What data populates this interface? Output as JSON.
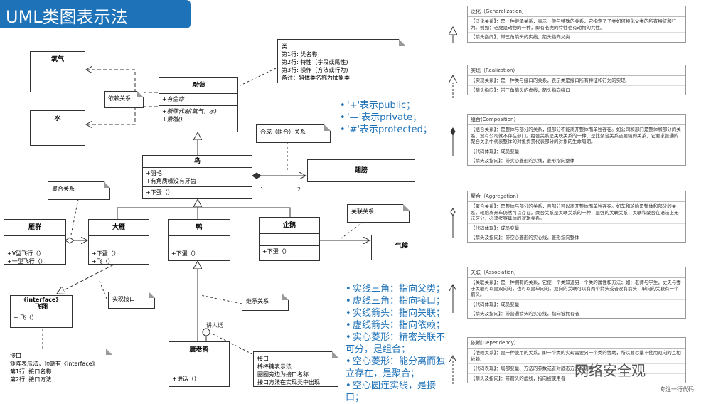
{
  "title": "UML类图表示法",
  "classes": {
    "oxygen": {
      "name": "氧气"
    },
    "water": {
      "name": "水"
    },
    "animal": {
      "name": "动物",
      "attrs": [
        "+有生命"
      ],
      "ops": [
        "+新陈代谢(氧气，水)",
        "+繁殖()"
      ]
    },
    "bird": {
      "name": "鸟",
      "attrs": [
        "+羽毛",
        "+有角质喙没有牙齿"
      ],
      "ops": [
        "+下蛋（）"
      ]
    },
    "wing": {
      "name": "翅膀"
    },
    "goose_group": {
      "name": "雁群",
      "ops": [
        "+V型飞行（）",
        "+一型飞行（）"
      ]
    },
    "goose": {
      "name": "大雁",
      "ops": [
        "+下蛋（）",
        "+飞（）"
      ]
    },
    "duck": {
      "name": "鸭",
      "ops": [
        "+下蛋（）"
      ]
    },
    "penguin": {
      "name": "企鹅",
      "ops": [
        "+下蛋（）"
      ]
    },
    "climate": {
      "name": "气候"
    },
    "fly": {
      "stereotype": "《interface》",
      "name": "飞翔",
      "ops": [
        "+ 飞（）"
      ]
    },
    "tang_duck": {
      "name": "唐老鸭",
      "ops": [
        "+讲话（）"
      ]
    }
  },
  "notes": {
    "class_note": [
      "类",
      "第1行: 类名称",
      "第2行: 特性（字段或属性)",
      "第3行: 操作（方法或行为)",
      "备注：斜体类名称为抽象类"
    ],
    "dependency": "依赖关系",
    "composition": "合成（组合）关系",
    "aggregation": "聚合关系",
    "association": "关联关系",
    "realization": "实现接口",
    "inheritance": "继承关系",
    "interface_note": [
      "接口",
      "矩阵表示法，顶端有《interface》",
      "第1行: 接口名称",
      "第2行: 接口方法"
    ],
    "lollipop_note": [
      "接口",
      "棒棒糖表示法",
      "圈圈旁边为接口名称",
      "接口方法在实现类中出现"
    ],
    "speak": "讲人话",
    "mult1": "1",
    "mult2": "2"
  },
  "visibility": [
    "'+'表示public；",
    "'—'表示private；",
    "'#'表示protected；"
  ],
  "summary": [
    "实线三角：指向父类；",
    "虚线三角：指向接口；",
    "实线箭头：指向关联；",
    "虚线箭头：指向依赖；",
    "实心菱形：精密关联不可分，是组合；",
    "空心菱形：能分离而独立存在，是聚合；",
    "空心圆连实线，是接口；"
  ],
  "panels": [
    {
      "header": "泛化（Generalization）",
      "items": [
        "【泛化关系】：是一种继承关系，表示一般与特殊的关系，它指定了子类如何特化父类的所有特征和行为。例如：老虎是动物的一种，即有老虎的特性也有动物的共性。",
        "【箭头指向】：带三角箭头的实线，箭头指向父类"
      ]
    },
    {
      "header": "实现（Realization）",
      "items": [
        "【实现关系】：是一种类与接口的关系，表示类是接口所有特征和行为的实现.",
        "【箭头指向】：带三角箭头的虚线，箭头指向接口"
      ]
    },
    {
      "header": "组合(Composition)",
      "items": [
        "【组合关系】：是整体与部分的关系，但部分不能离开整体而单独存在。如公司和部门是整体和部分的关系，没有公司就不存在部门。组合关系是关联关系的一种，是比聚合关系还要强的关系，它要求普通的聚合关系中代表整体的对象负责代表部分的对象的生命周期。",
        "【代码体现】：成员变量",
        "【箭头及指向】：带实心菱形的实线，菱形指向整体"
      ]
    },
    {
      "header": "聚合（Aggregation）",
      "items": [
        "【聚合关系】：是整体与部分的关系，且部分可以离开整体而单独存在。如车和轮胎是整体和部分的关系，轮胎离开车仍然可以存在。聚合关系是关联关系的一种，是强的关联关系；关联和聚合在语法上无法区分，必须考察具体的逻辑关系。",
        "【代码体现】：成员变量",
        "【箭头及指向】：带空心菱形的实心线，菱形指向整体"
      ]
    },
    {
      "header": "关联（Association）",
      "items": [
        "【关联关系】：是一种拥有的关系，它使一个类知道另一个类的属性和方法；如：老师与学生，丈夫与妻子关联可以是双向的，也可以是单向的。双向的关联可以有两个箭头或者没有箭头，单向的关联有一个箭头。",
        "【代码体现】：成员变量",
        "【箭头及指向】：带普通箭头的实心线，指向被拥有者"
      ]
    },
    {
      "header": "依赖(Dependency)",
      "items": [
        "【依赖关系】：是一种使用的关系，即一个类的实现需要另一个类的协助，所以要尽量不使用双向的互相依赖.",
        "【代码表现】：局部变量、方法的参数或者对静态方法的调用",
        "【箭头及指向】：带箭头的虚线，指向被使用者"
      ]
    }
  ],
  "watermark": "网络安全观",
  "watermark_sub": "专注一行代码"
}
